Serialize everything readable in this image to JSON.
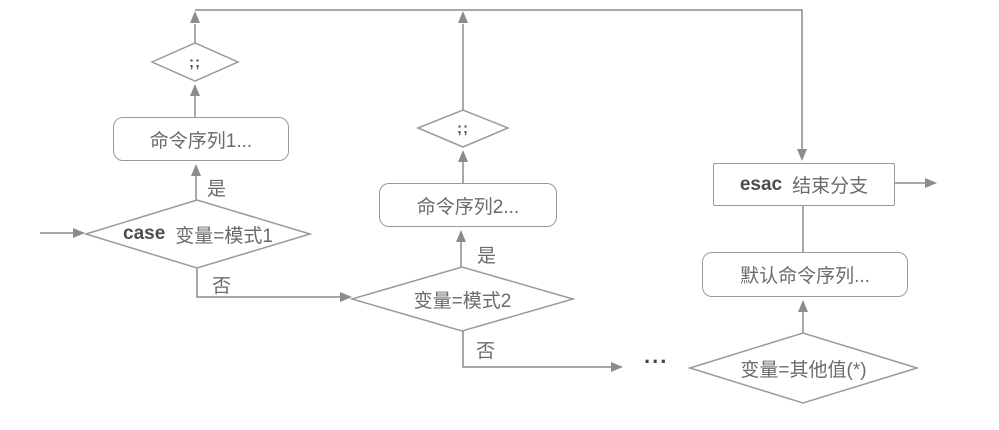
{
  "nodes": {
    "start_case": {
      "keyword": "case",
      "label": "变量=模式1"
    },
    "seq1": {
      "label": "命令序列1..."
    },
    "term1": {
      "label": ";;"
    },
    "pattern2": {
      "label": "变量=模式2"
    },
    "seq2": {
      "label": "命令序列2..."
    },
    "term2": {
      "label": ";;"
    },
    "other_value": {
      "label": "变量=其他值(*)"
    },
    "default_seq": {
      "label": "默认命令序列..."
    },
    "esac": {
      "keyword": "esac",
      "label": "结束分支"
    }
  },
  "edge_labels": {
    "yes1": "是",
    "no1": "否",
    "yes2": "是",
    "no2": "否",
    "ellipsis": "..."
  },
  "colors": {
    "line": "#8c8c8c",
    "shape_border": "#9a9a9a",
    "text": "#6b6b6b",
    "keyword_text": "#4e4e4e",
    "ellipsis_dots": "#3c4656"
  }
}
